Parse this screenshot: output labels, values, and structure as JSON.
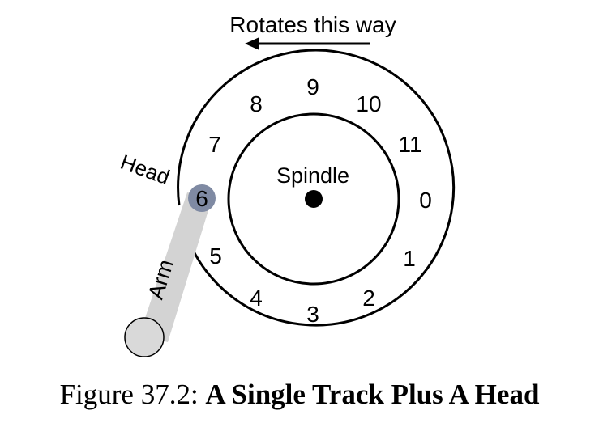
{
  "labels": {
    "rotation": "Rotates this way",
    "spindle": "Spindle",
    "head": "Head",
    "arm": "Arm"
  },
  "sectors": [
    "0",
    "1",
    "2",
    "3",
    "4",
    "5",
    "6",
    "7",
    "8",
    "9",
    "10",
    "11"
  ],
  "head_over_sector": "6",
  "caption": {
    "prefix": "Figure 37.2:",
    "title": "A Single Track Plus A Head"
  },
  "colors": {
    "line": "#000000",
    "arm": "#d3d3d3",
    "head": "#7f8aa3"
  }
}
